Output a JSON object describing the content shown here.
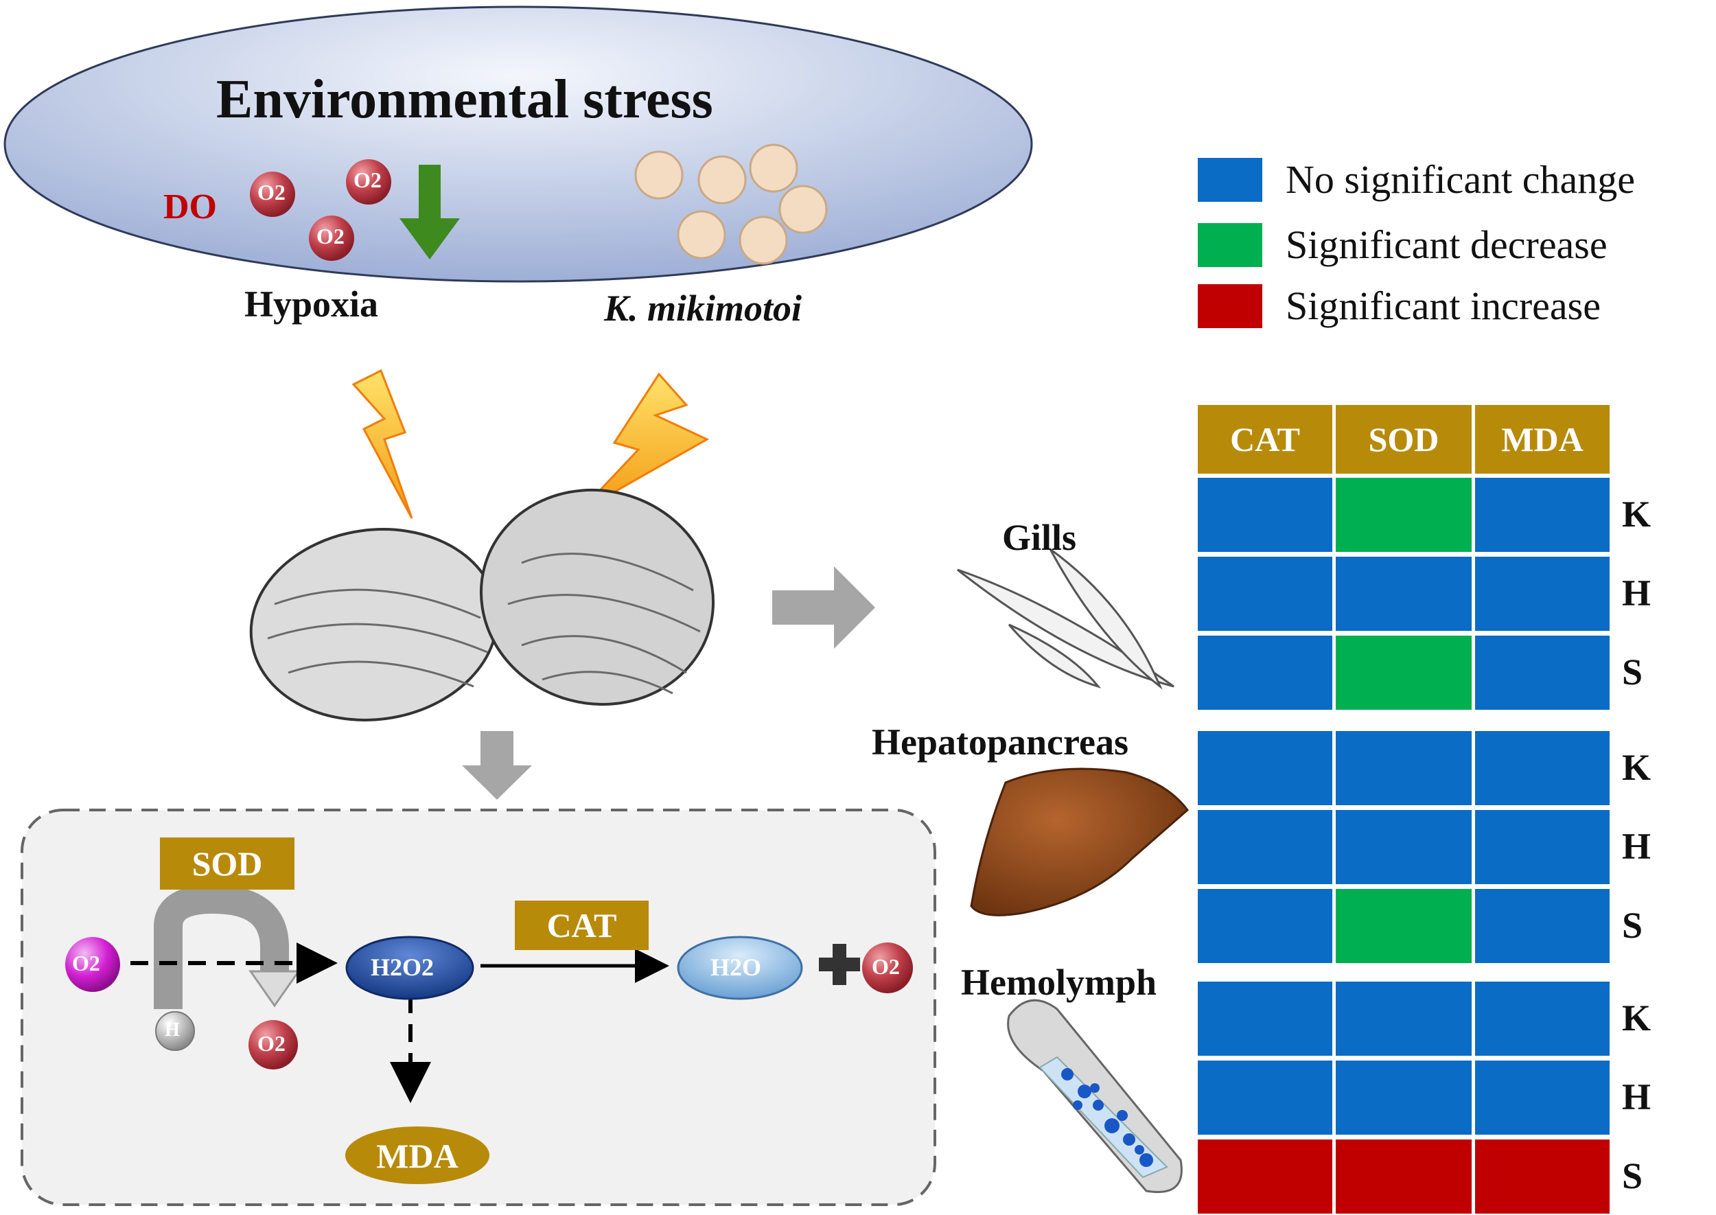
{
  "title": "Environmental stress",
  "stressors": {
    "do_label": "DO",
    "o2_label": "O2",
    "hypoxia_label": "Hypoxia",
    "algae_label": "K. mikimotoi"
  },
  "legend": [
    {
      "label": "No significant change",
      "color": "#0a6cc5"
    },
    {
      "label": "Significant decrease",
      "color": "#00b050"
    },
    {
      "label": "Significant increase",
      "color": "#c00000"
    }
  ],
  "enzymes": [
    "CAT",
    "SOD",
    "MDA"
  ],
  "tissues": [
    {
      "name": "Gills",
      "rows": [
        {
          "group": "K",
          "states": [
            "none",
            "decrease",
            "none"
          ]
        },
        {
          "group": "H",
          "states": [
            "none",
            "none",
            "none"
          ]
        },
        {
          "group": "S",
          "states": [
            "none",
            "decrease",
            "none"
          ]
        }
      ]
    },
    {
      "name": "Hepatopancreas",
      "rows": [
        {
          "group": "K",
          "states": [
            "none",
            "none",
            "none"
          ]
        },
        {
          "group": "H",
          "states": [
            "none",
            "none",
            "none"
          ]
        },
        {
          "group": "S",
          "states": [
            "none",
            "decrease",
            "none"
          ]
        }
      ]
    },
    {
      "name": "Hemolymph",
      "rows": [
        {
          "group": "K",
          "states": [
            "none",
            "none",
            "none"
          ]
        },
        {
          "group": "H",
          "states": [
            "none",
            "none",
            "none"
          ]
        },
        {
          "group": "S",
          "states": [
            "increase",
            "increase",
            "increase"
          ]
        }
      ]
    }
  ],
  "state_colors": {
    "none": "#0a6cc5",
    "decrease": "#00b050",
    "increase": "#c00000"
  },
  "pathway": {
    "sod_label": "SOD",
    "cat_label": "CAT",
    "mda_label": "MDA",
    "superoxide_label": "O2",
    "h_label": "H",
    "o2_label": "O2",
    "h2o2_label": "H2O2",
    "h2o_label": "H2O"
  },
  "colors": {
    "gold": "#b88a0a",
    "ellipse_top": "#e9eef8",
    "ellipse_bottom": "#9fb0d8",
    "o2_red": "#b22c36",
    "down_arrow": "#3e8a1f"
  }
}
